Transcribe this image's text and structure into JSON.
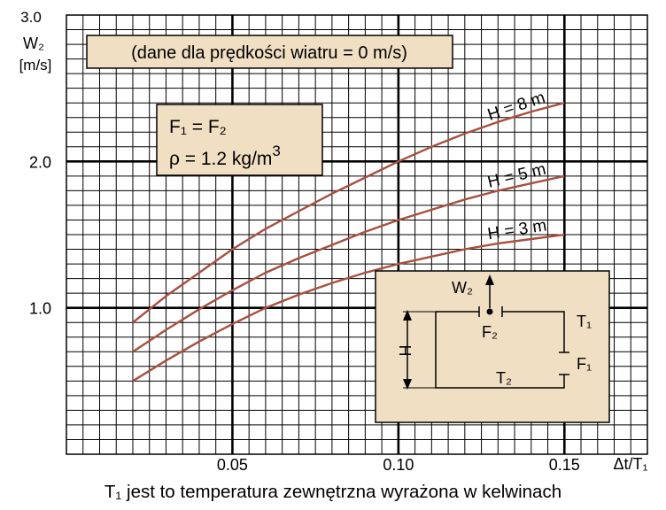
{
  "chart_data": {
    "type": "line",
    "xlabel": "Δt/T₁",
    "ylabel": "W₂",
    "ylabel_unit": "[m/s]",
    "xlim": [
      0,
      0.175
    ],
    "ylim": [
      0,
      3.0
    ],
    "x_ticks": [
      {
        "value": 0.05,
        "label": "0.05"
      },
      {
        "value": 0.1,
        "label": "0.10"
      },
      {
        "value": 0.15,
        "label": "0.15"
      }
    ],
    "y_ticks": [
      {
        "value": 1.0,
        "label": "1.0"
      },
      {
        "value": 2.0,
        "label": "2.0"
      },
      {
        "value": 3.0,
        "label": "3.0"
      }
    ],
    "grid": true,
    "color": "#a8503f",
    "series": [
      {
        "name": "H = 8 m",
        "x": [
          0.02,
          0.03,
          0.04,
          0.05,
          0.06,
          0.07,
          0.08,
          0.09,
          0.1,
          0.11,
          0.12,
          0.13,
          0.14,
          0.15
        ],
        "values": [
          0.9,
          1.08,
          1.24,
          1.4,
          1.54,
          1.66,
          1.78,
          1.89,
          2.0,
          2.1,
          2.19,
          2.27,
          2.34,
          2.4
        ]
      },
      {
        "name": "H = 5 m",
        "x": [
          0.02,
          0.03,
          0.04,
          0.05,
          0.06,
          0.07,
          0.08,
          0.09,
          0.1,
          0.11,
          0.12,
          0.13,
          0.14,
          0.15
        ],
        "values": [
          0.7,
          0.85,
          0.99,
          1.12,
          1.24,
          1.34,
          1.43,
          1.52,
          1.6,
          1.67,
          1.74,
          1.8,
          1.85,
          1.9
        ]
      },
      {
        "name": "H = 3 m",
        "x": [
          0.02,
          0.03,
          0.04,
          0.05,
          0.06,
          0.07,
          0.08,
          0.09,
          0.1,
          0.11,
          0.12,
          0.13,
          0.14,
          0.15
        ],
        "values": [
          0.5,
          0.64,
          0.77,
          0.89,
          1.0,
          1.09,
          1.17,
          1.24,
          1.3,
          1.35,
          1.4,
          1.44,
          1.47,
          1.5
        ]
      }
    ]
  },
  "note_box": {
    "text": "(dane dla prędkości wiatru = 0 m/s)"
  },
  "param_box": {
    "line1": "F₁ = F₂",
    "line2": "ρ = 1.2 kg/m",
    "line2_sup": "3"
  },
  "inset": {
    "w2_label": "W₂",
    "f2_label": "F₂",
    "t1_label": "T₁",
    "f1_label": "F₁",
    "t2_label": "T₂",
    "h_label": "H"
  },
  "caption": "T₁ jest to temperatura zewnętrzna wyrażona w kelwinach",
  "colors": {
    "box_fill": "#f1dfc4",
    "grid": "#000000",
    "curve": "#a8503f"
  }
}
